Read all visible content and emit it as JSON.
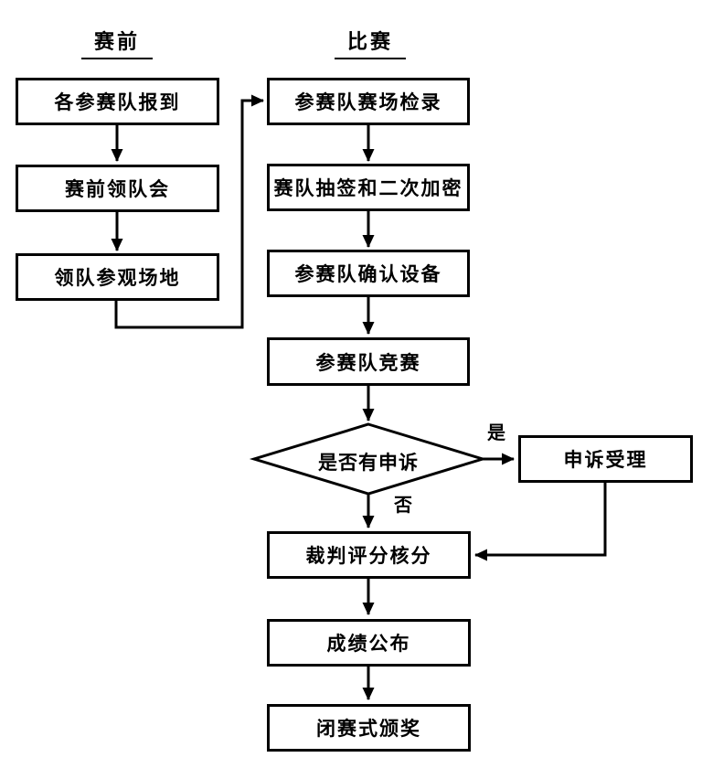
{
  "diagram": {
    "phase_pre": {
      "header": "赛前",
      "steps": [
        "各参赛队报到",
        "赛前领队会",
        "领队参观场地"
      ]
    },
    "phase_match": {
      "header": "比赛",
      "steps": [
        "参赛队赛场检录",
        "赛队抽签和二次加密",
        "参赛队确认设备",
        "参赛队竞赛"
      ]
    },
    "decision": {
      "label": "是否有申诉",
      "yes_label": "是",
      "no_label": "否"
    },
    "appeal_step": "申诉受理",
    "final_steps": [
      "裁判评分核分",
      "成绩公布",
      "闭赛式颁奖"
    ],
    "colors": {
      "line": "#000000",
      "box_border": "#000000",
      "box_fill": "#ffffff",
      "background": "#ffffff",
      "text": "#000000"
    }
  }
}
